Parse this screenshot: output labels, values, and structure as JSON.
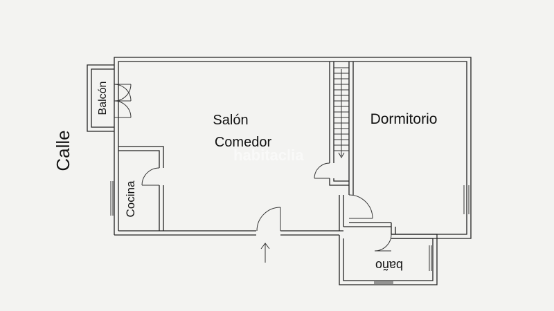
{
  "labels": {
    "street": "Calle",
    "balcony": "Balcón",
    "kitchen": "Cocina",
    "living_line1": "Salón",
    "living_line2": "Comedor",
    "bedroom": "Dormitorio",
    "bathroom": "baño"
  },
  "watermark": "habitaclia",
  "colors": {
    "background": "#f3f3f1",
    "line": "#222222"
  }
}
